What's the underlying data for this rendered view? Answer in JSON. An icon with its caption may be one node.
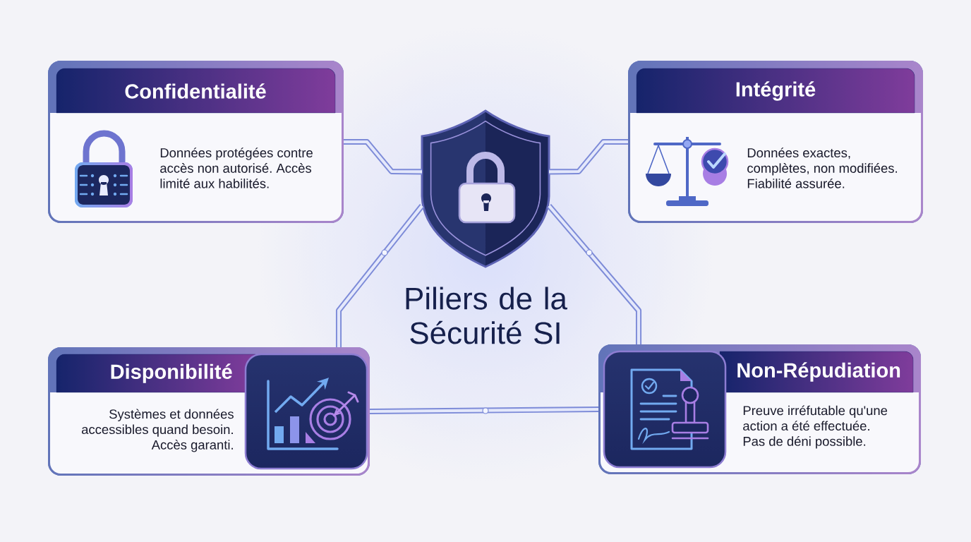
{
  "diagram": {
    "title": "Piliers de la Sécurité SI",
    "nodes": [
      {
        "text": [
          "Confidentialité",
          "Données protégées contre accès non autorisé. Accès limité aux habilités."
        ]
      },
      {
        "text": [],
        "shape": "shield"
      },
      {
        "text": [
          "Intégrité",
          "Données exactes, complètes, non modifiées. Fiabilité assurée."
        ]
      },
      {
        "text": [
          "Disponibilité",
          "Systèmes et données accessibles quand besoin. Accès garanti."
        ]
      },
      {
        "text": [
          "Non-Répudiation",
          "Preuve irréfutable qu'une action a été effectuée. Pas de déni possible."
        ]
      }
    ],
    "edges": [
      {
        "from": 0,
        "to": 1,
        "arrow": "none"
      },
      {
        "from": 1,
        "to": 2,
        "arrow": "none"
      },
      {
        "from": 1,
        "to": 3,
        "arrow": "none"
      },
      {
        "from": 1,
        "to": 4,
        "arrow": "none"
      },
      {
        "from": 3,
        "to": 4,
        "arrow": "none"
      }
    ]
  }
}
